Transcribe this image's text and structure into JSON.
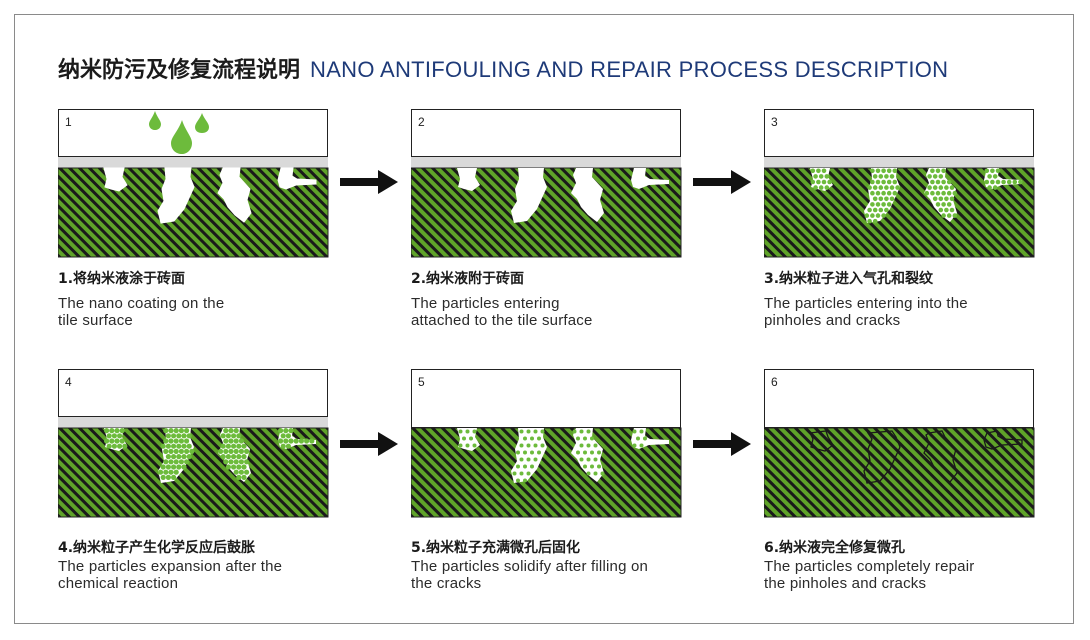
{
  "title": {
    "zh": "纳米防污及修复流程说明",
    "en": "NANO ANTIFOULING AND REPAIR PROCESS DESCRIPTION",
    "en_color": "#1e3a78"
  },
  "colors": {
    "tile_green": "#5fa329",
    "stripe_dark": "#1a1a1a",
    "coating_gray": "#d9d9d9",
    "droplet_green": "#6dbb3c",
    "particle_green": "#6dbb3c",
    "arrow": "#111111"
  },
  "steps": [
    {
      "number": "1",
      "title_zh": "1.将纳米液涂于砖面",
      "desc_en_line1": "The nano coating on the",
      "desc_en_line2": "tile surface"
    },
    {
      "number": "2",
      "title_zh": "2.纳米液附于砖面",
      "desc_en_line1": "The particles entering",
      "desc_en_line2": "attached to the tile surface"
    },
    {
      "number": "3",
      "title_zh": "3.纳米粒子进入气孔和裂纹",
      "desc_en_line1": "The particles entering into the",
      "desc_en_line2": "pinholes and cracks"
    },
    {
      "number": "4",
      "title_zh": "4.纳米粒子产生化学反应后鼓胀",
      "desc_en_line1": "The particles expansion after the",
      "desc_en_line2": "chemical reaction"
    },
    {
      "number": "5",
      "title_zh": "5.纳米粒子充满微孔后固化",
      "desc_en_line1": "The particles solidify after filling on",
      "desc_en_line2": "the cracks"
    },
    {
      "number": "6",
      "title_zh": "6.纳米液完全修复微孔",
      "desc_en_line1": "The particles completely repair",
      "desc_en_line2": "the pinholes and cracks"
    }
  ]
}
